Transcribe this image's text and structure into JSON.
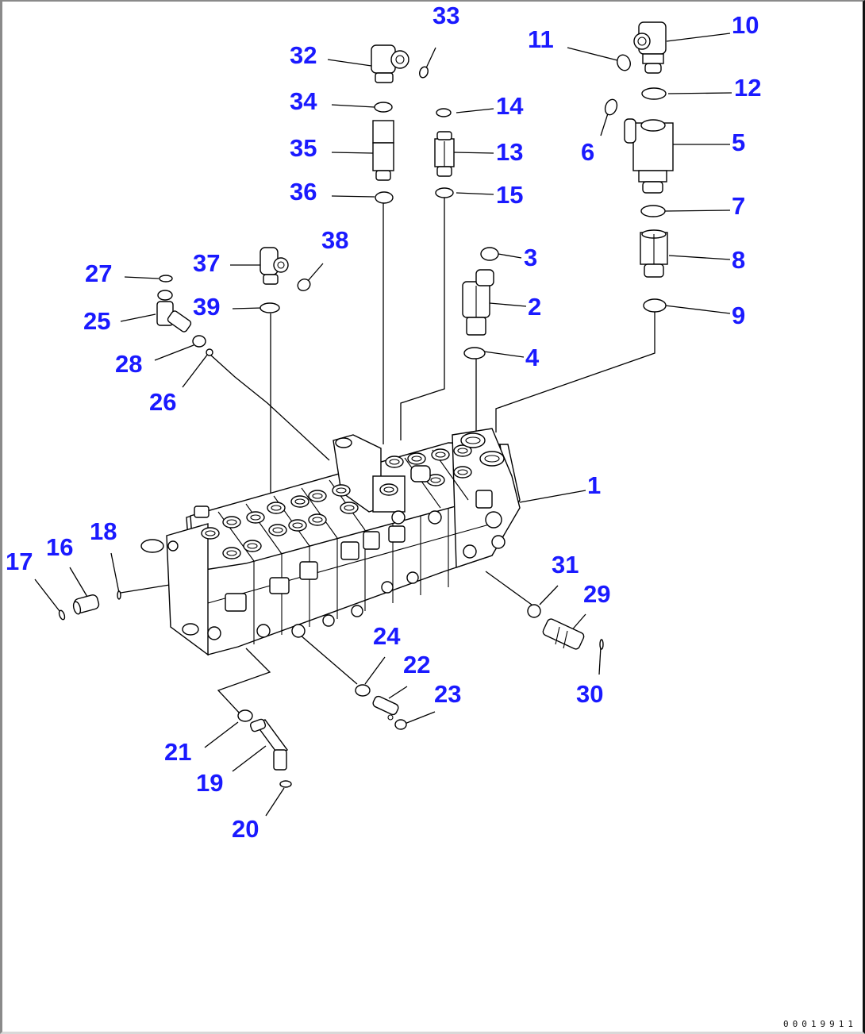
{
  "diagram": {
    "title_visible": false,
    "subject": "control valve exploded parts diagram",
    "drawing_code": "00019911",
    "label_color": "#1a1aff",
    "line_color": "#000000",
    "part_labels": [
      {
        "id": "1",
        "text": "1"
      },
      {
        "id": "2",
        "text": "2"
      },
      {
        "id": "3",
        "text": "3"
      },
      {
        "id": "4",
        "text": "4"
      },
      {
        "id": "5",
        "text": "5"
      },
      {
        "id": "6",
        "text": "6"
      },
      {
        "id": "7",
        "text": "7"
      },
      {
        "id": "8",
        "text": "8"
      },
      {
        "id": "9",
        "text": "9"
      },
      {
        "id": "10",
        "text": "10"
      },
      {
        "id": "11",
        "text": "11"
      },
      {
        "id": "12",
        "text": "12"
      },
      {
        "id": "13",
        "text": "13"
      },
      {
        "id": "14",
        "text": "14"
      },
      {
        "id": "15",
        "text": "15"
      },
      {
        "id": "16",
        "text": "16"
      },
      {
        "id": "17",
        "text": "17"
      },
      {
        "id": "18",
        "text": "18"
      },
      {
        "id": "19",
        "text": "19"
      },
      {
        "id": "20",
        "text": "20"
      },
      {
        "id": "21",
        "text": "21"
      },
      {
        "id": "22",
        "text": "22"
      },
      {
        "id": "23",
        "text": "23"
      },
      {
        "id": "24",
        "text": "24"
      },
      {
        "id": "25",
        "text": "25"
      },
      {
        "id": "26",
        "text": "26"
      },
      {
        "id": "27",
        "text": "27"
      },
      {
        "id": "28",
        "text": "28"
      },
      {
        "id": "29",
        "text": "29"
      },
      {
        "id": "30",
        "text": "30"
      },
      {
        "id": "31",
        "text": "31"
      },
      {
        "id": "32",
        "text": "32"
      },
      {
        "id": "33",
        "text": "33"
      },
      {
        "id": "34",
        "text": "34"
      },
      {
        "id": "35",
        "text": "35"
      },
      {
        "id": "36",
        "text": "36"
      },
      {
        "id": "37",
        "text": "37"
      },
      {
        "id": "38",
        "text": "38"
      },
      {
        "id": "39",
        "text": "39"
      }
    ]
  }
}
